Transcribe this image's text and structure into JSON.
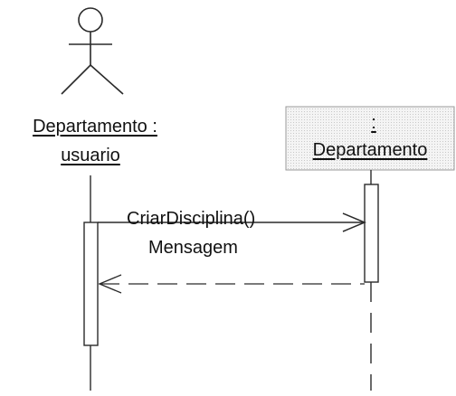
{
  "actor": {
    "label_line1": "Departamento :",
    "label_line2": "usuario"
  },
  "object": {
    "label_colon": ":",
    "label_name": "Departamento"
  },
  "messages": [
    {
      "label": "CriarDisciplina()",
      "kind": "call"
    },
    {
      "label": "Mensagem",
      "kind": "return"
    }
  ],
  "colors": {
    "line": "#2a2a2a",
    "object_box_border": "#9a9a9a",
    "object_box_fill": "#f2f2f2"
  }
}
